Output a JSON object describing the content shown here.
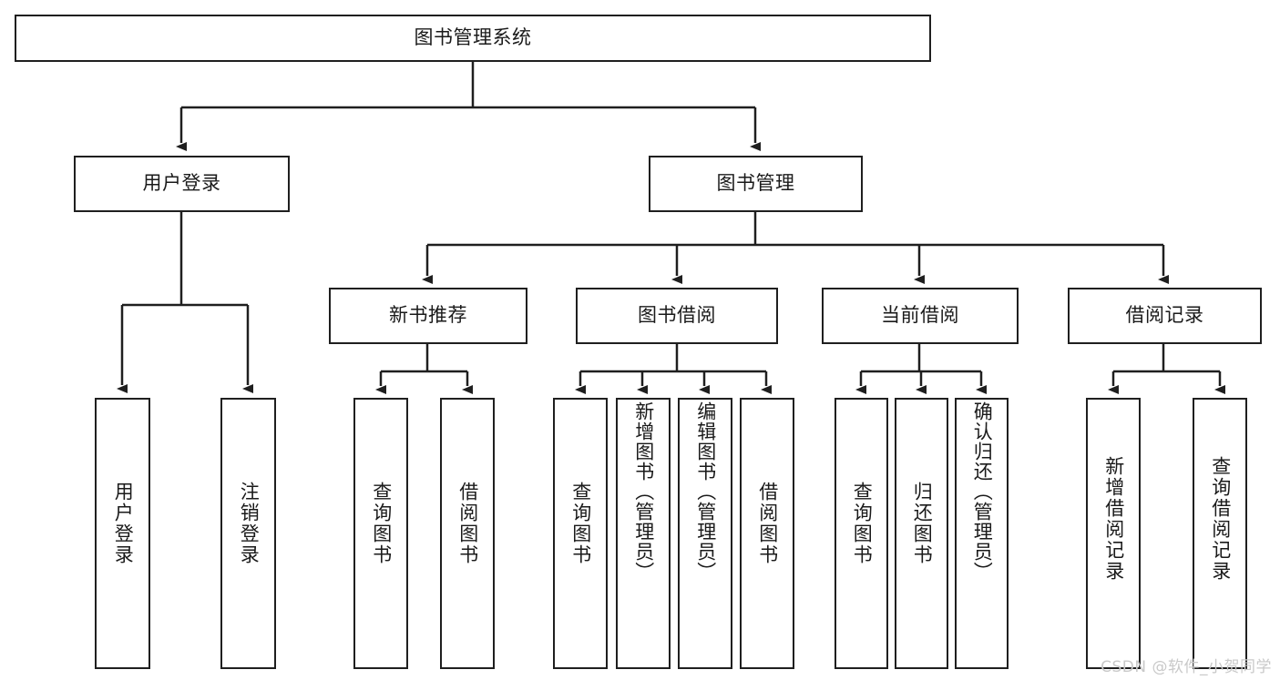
{
  "diagram": {
    "type": "tree-hierarchy",
    "title": "图书管理系统",
    "watermark": "CSDN @软件_小贺同学",
    "colors": {
      "stroke": "#1f1f1f",
      "fill": "#ffffff",
      "text": "#1a1a1a",
      "watermark": "#c9c9c9"
    },
    "nodes": {
      "root": {
        "label": "图书管理系统",
        "orientation": "horizontal"
      },
      "l1": [
        {
          "label": "用户登录",
          "orientation": "horizontal"
        },
        {
          "label": "图书管理",
          "orientation": "horizontal"
        }
      ],
      "l2": [
        {
          "label": "新书推荐",
          "orientation": "horizontal"
        },
        {
          "label": "图书借阅",
          "orientation": "horizontal"
        },
        {
          "label": "当前借阅",
          "orientation": "horizontal"
        },
        {
          "label": "借阅记录",
          "orientation": "horizontal"
        }
      ],
      "leaves": {
        "user_login": [
          {
            "label": "用户登录",
            "orientation": "vertical"
          },
          {
            "label": "注销登录",
            "orientation": "vertical"
          }
        ],
        "new_book": [
          {
            "label": "查询图书",
            "orientation": "vertical"
          },
          {
            "label": "借阅图书",
            "orientation": "vertical"
          }
        ],
        "borrow_book": [
          {
            "label": "查询图书",
            "orientation": "vertical"
          },
          {
            "label": "新增图书（管理员）",
            "orientation": "vertical"
          },
          {
            "label": "编辑图书（管理员）",
            "orientation": "vertical"
          },
          {
            "label": "借阅图书",
            "orientation": "vertical"
          }
        ],
        "current_borrow": [
          {
            "label": "查询图书",
            "orientation": "vertical"
          },
          {
            "label": "归还图书",
            "orientation": "vertical"
          },
          {
            "label": "确认归还（管理员）",
            "orientation": "vertical"
          }
        ],
        "borrow_record": [
          {
            "label": "新增借阅记录",
            "orientation": "vertical"
          },
          {
            "label": "查询借阅记录",
            "orientation": "vertical"
          }
        ]
      }
    }
  }
}
